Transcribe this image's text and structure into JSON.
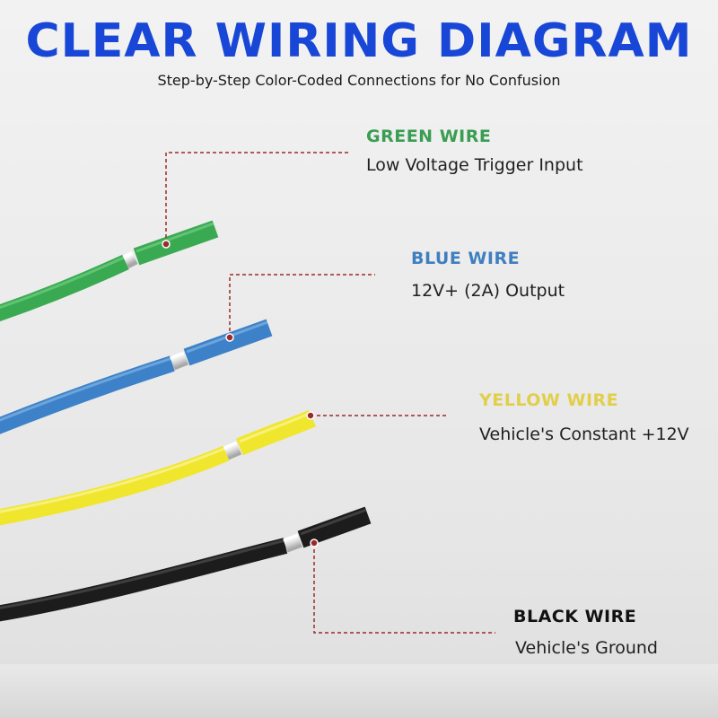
{
  "title": "CLEAR WIRING DIAGRAM",
  "subtitle": "Step-by-Step Color-Coded Connections for No Confusion",
  "wires": [
    {
      "name": "GREEN WIRE",
      "description": "Low Voltage Trigger Input",
      "color": "#3aaa52",
      "label_color": "#3a9d52"
    },
    {
      "name": "BLUE WIRE",
      "description": "12V+ (2A) Output",
      "color": "#3d82c8",
      "label_color": "#3f7fc0"
    },
    {
      "name": "YELLOW WIRE",
      "description": "Vehicle's Constant +12V",
      "color": "#f0e62e",
      "label_color": "#e1cf4a"
    },
    {
      "name": "BLACK WIRE",
      "description": "Vehicle's Ground",
      "color": "#1c1c1c",
      "label_color": "#111111"
    }
  ],
  "leader_color": "#9b2a2a"
}
